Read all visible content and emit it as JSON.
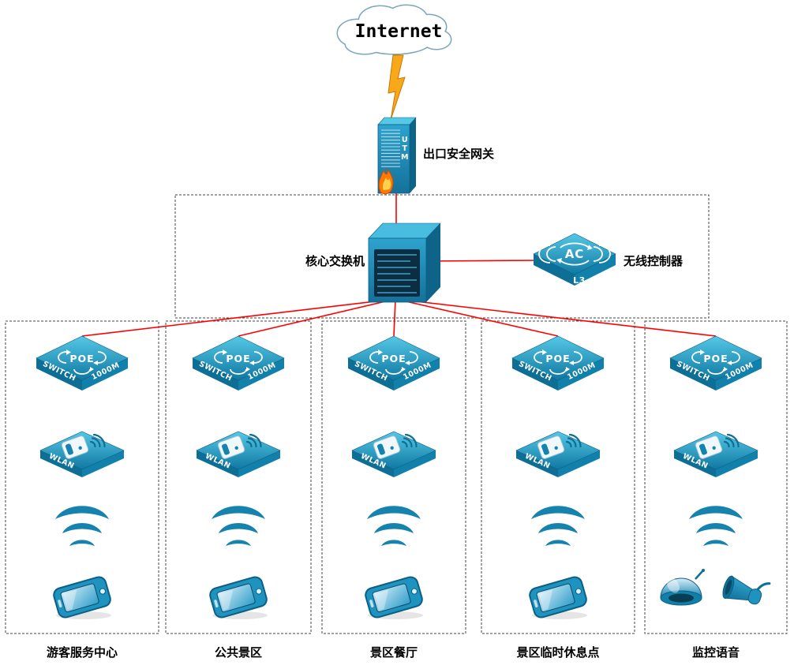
{
  "internet": {
    "label": "Internet"
  },
  "gateway": {
    "device_text": "UTM",
    "label": "出口安全网关"
  },
  "core_switch": {
    "label": "核心交换机"
  },
  "wireless_controller": {
    "device_text": "AC",
    "layer_text": "L3",
    "label": "无线控制器"
  },
  "access_switch": {
    "top": "POE",
    "left": "SWITCH",
    "right": "1000M"
  },
  "access_point": {
    "label": "WLAN"
  },
  "zones": [
    {
      "name": "游客服务中心"
    },
    {
      "name": "公共景区"
    },
    {
      "name": "景区餐厅"
    },
    {
      "name": "景区临时休息点"
    },
    {
      "name": "监控语音"
    }
  ],
  "colors": {
    "link": "#ff0000",
    "device": "#1583ad",
    "device_dark": "#0d6e96",
    "device_light": "#49bde0",
    "lightning": "#f9a81a"
  }
}
